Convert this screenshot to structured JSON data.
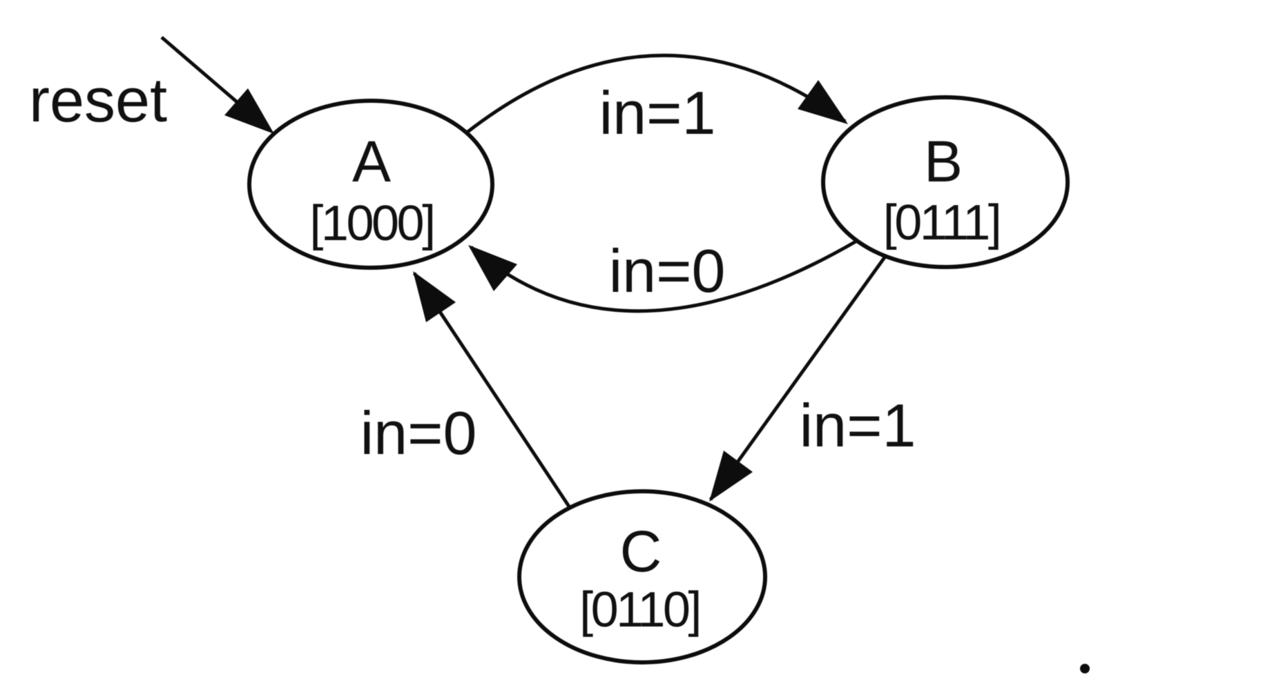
{
  "diagram": {
    "kind": "finite-state-machine",
    "background_color": "#ffffff",
    "ink_color": "#111111",
    "reset": {
      "label": "reset"
    },
    "states": {
      "a": {
        "name": "A",
        "output": "[1000]"
      },
      "b": {
        "name": "B",
        "output": "[0111]"
      },
      "c": {
        "name": "C",
        "output": "[0110]"
      }
    },
    "transitions": {
      "a_to_b": {
        "from": "A",
        "to": "B",
        "label": "in=1"
      },
      "b_to_a": {
        "from": "B",
        "to": "A",
        "label": "in=0"
      },
      "b_to_c": {
        "from": "B",
        "to": "C",
        "label": "in=1"
      },
      "c_to_a": {
        "from": "C",
        "to": "A",
        "label": "in=0"
      }
    }
  }
}
